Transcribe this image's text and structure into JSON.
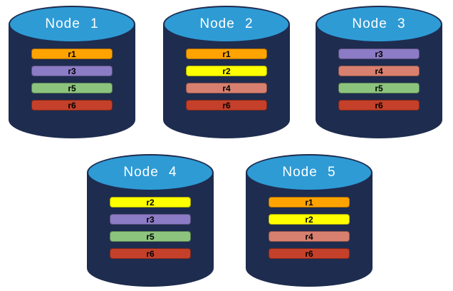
{
  "diagram": {
    "description": "Five database node cylinders each holding four replica bars",
    "colors": {
      "cylinder_body": "#1E2C4F",
      "cylinder_top": "#2E9BD5",
      "title_text": "#FFFFFF",
      "bar_text": "#000000"
    },
    "replica_colors": {
      "r1": "#FFA300",
      "r2": "#FFFF00",
      "r3": "#8C7BC5",
      "r4": "#D8806F",
      "r5": "#8CC47E",
      "r6": "#C4402A"
    },
    "nodes": [
      {
        "label": "Node 1",
        "replicas": [
          "r1",
          "r3",
          "r5",
          "r6"
        ]
      },
      {
        "label": "Node 2",
        "replicas": [
          "r1",
          "r2",
          "r4",
          "r6"
        ]
      },
      {
        "label": "Node 3",
        "replicas": [
          "r3",
          "r4",
          "r5",
          "r6"
        ]
      },
      {
        "label": "Node 4",
        "replicas": [
          "r2",
          "r3",
          "r5",
          "r6"
        ]
      },
      {
        "label": "Node 5",
        "replicas": [
          "r1",
          "r2",
          "r4",
          "r6"
        ]
      }
    ]
  }
}
